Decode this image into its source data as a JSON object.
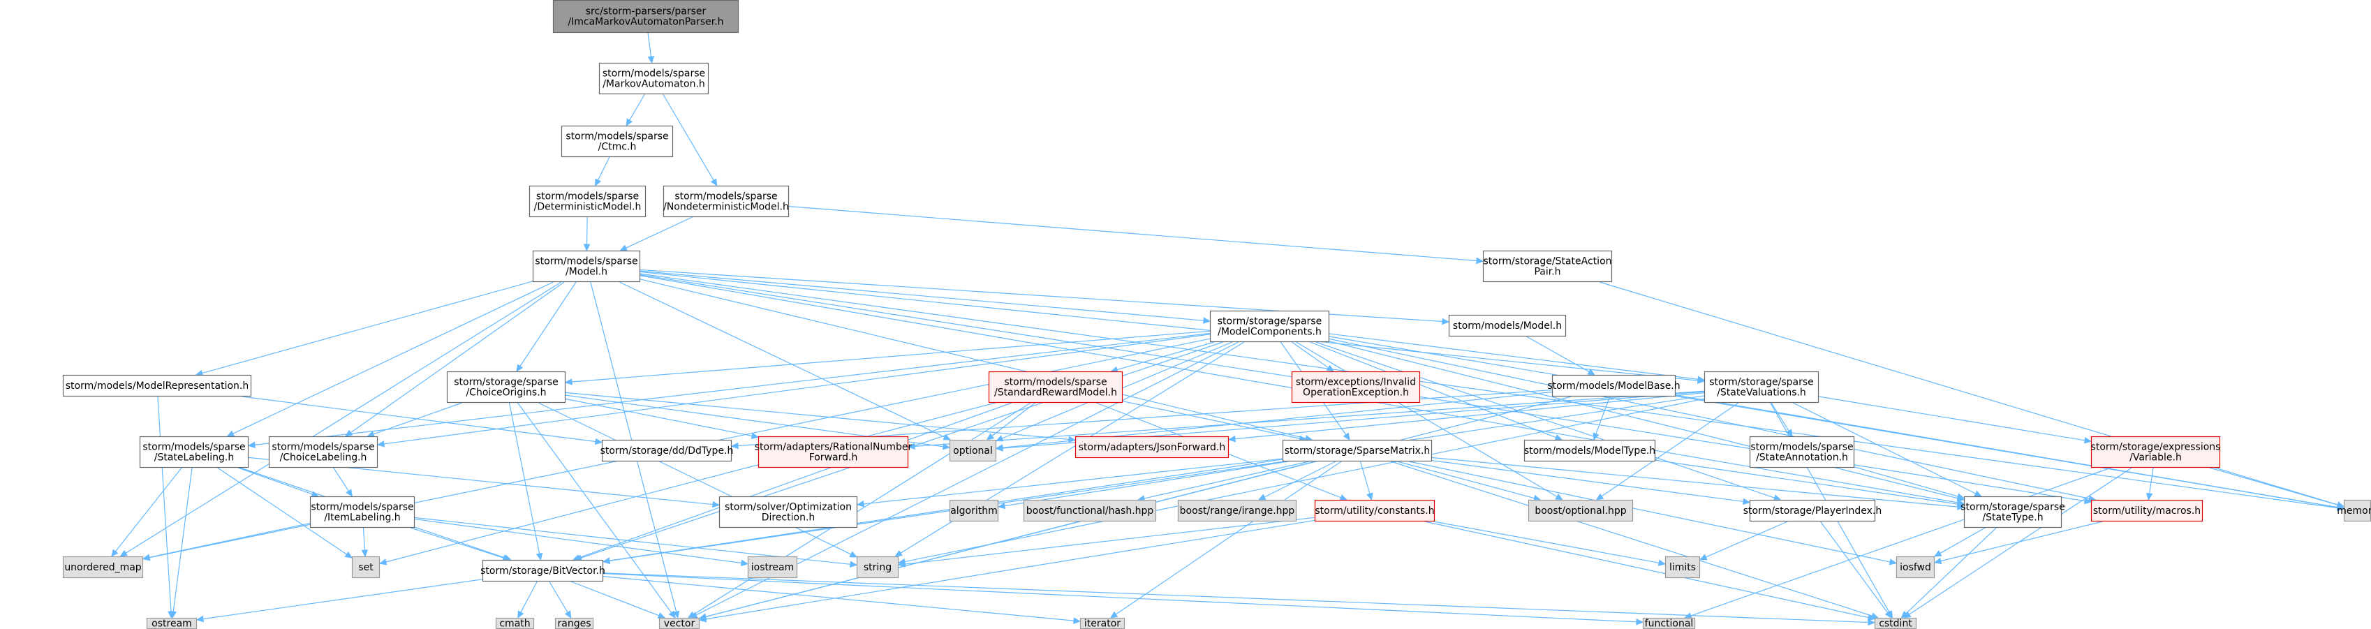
{
  "diagram": {
    "type": "include-dependency-graph",
    "colors": {
      "edge": "#63b8ff",
      "root_fill": "#999999",
      "root_border": "#666666",
      "normal_fill": "#ffffff",
      "normal_border": "#666666",
      "red_fill": "#fff0f0",
      "red_border": "#e00000",
      "system_fill": "#e0e0e0",
      "system_border": "#999999"
    },
    "nodes": [
      {
        "id": "root",
        "lines": [
          "src/storm-parsers/parser",
          "/ImcaMarkovAutomatonParser.h"
        ],
        "kind": "root"
      },
      {
        "id": "ma",
        "lines": [
          "storm/models/sparse",
          "/MarkovAutomaton.h"
        ],
        "kind": "normal"
      },
      {
        "id": "ctmc",
        "lines": [
          "storm/models/sparse",
          "/Ctmc.h"
        ],
        "kind": "normal"
      },
      {
        "id": "det",
        "lines": [
          "storm/models/sparse",
          "/DeterministicModel.h"
        ],
        "kind": "normal"
      },
      {
        "id": "nondet",
        "lines": [
          "storm/models/sparse",
          "/NondeterministicModel.h"
        ],
        "kind": "normal"
      },
      {
        "id": "model",
        "lines": [
          "storm/models/sparse",
          "/Model.h"
        ],
        "kind": "normal"
      },
      {
        "id": "sap",
        "lines": [
          "storm/storage/StateAction",
          "Pair.h"
        ],
        "kind": "normal"
      },
      {
        "id": "mcomp",
        "lines": [
          "storm/storage/sparse",
          "/ModelComponents.h"
        ],
        "kind": "normal"
      },
      {
        "id": "mmodel",
        "lines": [
          "storm/models/Model.h"
        ],
        "kind": "normal"
      },
      {
        "id": "mrep",
        "lines": [
          "storm/models/ModelRepresentation.h"
        ],
        "kind": "normal"
      },
      {
        "id": "chorig",
        "lines": [
          "storm/storage/sparse",
          "/ChoiceOrigins.h"
        ],
        "kind": "normal"
      },
      {
        "id": "srm",
        "lines": [
          "storm/models/sparse",
          "/StandardRewardModel.h"
        ],
        "kind": "red"
      },
      {
        "id": "ioe",
        "lines": [
          "storm/exceptions/Invalid",
          "OperationException.h"
        ],
        "kind": "red"
      },
      {
        "id": "mbase",
        "lines": [
          "storm/models/ModelBase.h"
        ],
        "kind": "normal"
      },
      {
        "id": "sval",
        "lines": [
          "storm/storage/sparse",
          "/StateValuations.h"
        ],
        "kind": "normal"
      },
      {
        "id": "slab",
        "lines": [
          "storm/models/sparse",
          "/StateLabeling.h"
        ],
        "kind": "normal"
      },
      {
        "id": "clab",
        "lines": [
          "storm/models/sparse",
          "/ChoiceLabeling.h"
        ],
        "kind": "normal"
      },
      {
        "id": "ddtype",
        "lines": [
          "storm/storage/dd/DdType.h"
        ],
        "kind": "normal"
      },
      {
        "id": "ratnum",
        "lines": [
          "storm/adapters/RationalNumber",
          "Forward.h"
        ],
        "kind": "red"
      },
      {
        "id": "optional",
        "lines": [
          "optional"
        ],
        "kind": "system"
      },
      {
        "id": "jsonf",
        "lines": [
          "storm/adapters/JsonForward.h"
        ],
        "kind": "red"
      },
      {
        "id": "spm",
        "lines": [
          "storm/storage/SparseMatrix.h"
        ],
        "kind": "normal"
      },
      {
        "id": "mtype",
        "lines": [
          "storm/models/ModelType.h"
        ],
        "kind": "normal"
      },
      {
        "id": "sann",
        "lines": [
          "storm/models/sparse",
          "/StateAnnotation.h"
        ],
        "kind": "normal"
      },
      {
        "id": "expvar",
        "lines": [
          "storm/storage/expressions",
          "/Variable.h"
        ],
        "kind": "red"
      },
      {
        "id": "memory",
        "lines": [
          "memory"
        ],
        "kind": "system"
      },
      {
        "id": "itemlab",
        "lines": [
          "storm/models/sparse",
          "/ItemLabeling.h"
        ],
        "kind": "normal"
      },
      {
        "id": "solver",
        "lines": [
          "storm/solver/Optimization",
          "Direction.h"
        ],
        "kind": "normal"
      },
      {
        "id": "algorithm",
        "lines": [
          "algorithm"
        ],
        "kind": "system"
      },
      {
        "id": "hash",
        "lines": [
          "boost/functional/hash.hpp"
        ],
        "kind": "system"
      },
      {
        "id": "irange",
        "lines": [
          "boost/range/irange.hpp"
        ],
        "kind": "system"
      },
      {
        "id": "constants",
        "lines": [
          "storm/utility/constants.h"
        ],
        "kind": "red"
      },
      {
        "id": "boostopt",
        "lines": [
          "boost/optional.hpp"
        ],
        "kind": "system"
      },
      {
        "id": "pidx",
        "lines": [
          "storm/storage/PlayerIndex.h"
        ],
        "kind": "normal"
      },
      {
        "id": "stype",
        "lines": [
          "storm/storage/sparse",
          "/StateType.h"
        ],
        "kind": "normal"
      },
      {
        "id": "macros",
        "lines": [
          "storm/utility/macros.h"
        ],
        "kind": "red"
      },
      {
        "id": "umap",
        "lines": [
          "unordered_map"
        ],
        "kind": "system"
      },
      {
        "id": "set",
        "lines": [
          "set"
        ],
        "kind": "system"
      },
      {
        "id": "bitvec",
        "lines": [
          "storm/storage/BitVector.h"
        ],
        "kind": "normal"
      },
      {
        "id": "iostream",
        "lines": [
          "iostream"
        ],
        "kind": "system"
      },
      {
        "id": "string",
        "lines": [
          "string"
        ],
        "kind": "system"
      },
      {
        "id": "limits",
        "lines": [
          "limits"
        ],
        "kind": "system"
      },
      {
        "id": "iosfwd",
        "lines": [
          "iosfwd"
        ],
        "kind": "system"
      },
      {
        "id": "ostream",
        "lines": [
          "ostream"
        ],
        "kind": "system"
      },
      {
        "id": "cmath",
        "lines": [
          "cmath"
        ],
        "kind": "system"
      },
      {
        "id": "ranges",
        "lines": [
          "ranges"
        ],
        "kind": "system"
      },
      {
        "id": "vector",
        "lines": [
          "vector"
        ],
        "kind": "system"
      },
      {
        "id": "iterator",
        "lines": [
          "iterator"
        ],
        "kind": "system"
      },
      {
        "id": "functional",
        "lines": [
          "functional"
        ],
        "kind": "system"
      },
      {
        "id": "cstdint",
        "lines": [
          "cstdint"
        ],
        "kind": "system"
      }
    ],
    "edges": [
      [
        "root",
        "ma"
      ],
      [
        "ma",
        "ctmc"
      ],
      [
        "ma",
        "nondet"
      ],
      [
        "ctmc",
        "det"
      ],
      [
        "det",
        "model"
      ],
      [
        "nondet",
        "model"
      ],
      [
        "nondet",
        "sap"
      ],
      [
        "sap",
        "memory"
      ],
      [
        "model",
        "mcomp"
      ],
      [
        "model",
        "mmodel"
      ],
      [
        "model",
        "mrep"
      ],
      [
        "model",
        "chorig"
      ],
      [
        "model",
        "sval"
      ],
      [
        "model",
        "slab"
      ],
      [
        "model",
        "clab"
      ],
      [
        "model",
        "optional"
      ],
      [
        "model",
        "spm"
      ],
      [
        "model",
        "stype"
      ],
      [
        "model",
        "umap"
      ],
      [
        "model",
        "vector"
      ],
      [
        "model",
        "memory"
      ],
      [
        "model",
        "macros"
      ],
      [
        "mcomp",
        "chorig"
      ],
      [
        "mcomp",
        "srm"
      ],
      [
        "mcomp",
        "ioe"
      ],
      [
        "mcomp",
        "sval"
      ],
      [
        "mcomp",
        "slab"
      ],
      [
        "mcomp",
        "clab"
      ],
      [
        "mcomp",
        "optional"
      ],
      [
        "mcomp",
        "spm"
      ],
      [
        "mcomp",
        "mtype"
      ],
      [
        "mcomp",
        "stype"
      ],
      [
        "mcomp",
        "boostopt"
      ],
      [
        "mcomp",
        "umap"
      ],
      [
        "mcomp",
        "vector"
      ],
      [
        "mcomp",
        "bitvec"
      ],
      [
        "mcomp",
        "memory"
      ],
      [
        "mcomp",
        "macros"
      ],
      [
        "mcomp",
        "string"
      ],
      [
        "mcomp",
        "pidx"
      ],
      [
        "mmodel",
        "mbase"
      ],
      [
        "mrep",
        "ddtype"
      ],
      [
        "mrep",
        "ostream"
      ],
      [
        "chorig",
        "clab"
      ],
      [
        "chorig",
        "ratnum"
      ],
      [
        "chorig",
        "jsonf"
      ],
      [
        "chorig",
        "bitvec"
      ],
      [
        "chorig",
        "vector"
      ],
      [
        "chorig",
        "string"
      ],
      [
        "chorig",
        "optional"
      ],
      [
        "srm",
        "optional"
      ],
      [
        "srm",
        "set"
      ],
      [
        "srm",
        "vector"
      ],
      [
        "srm",
        "bitvec"
      ],
      [
        "srm",
        "constants"
      ],
      [
        "srm",
        "spm"
      ],
      [
        "mbase",
        "ddtype"
      ],
      [
        "mbase",
        "mtype"
      ],
      [
        "mbase",
        "optional"
      ],
      [
        "mbase",
        "memory"
      ],
      [
        "mbase",
        "vector"
      ],
      [
        "sval",
        "ratnum"
      ],
      [
        "sval",
        "jsonf"
      ],
      [
        "sval",
        "optional"
      ],
      [
        "sval",
        "sann"
      ],
      [
        "sval",
        "stype"
      ],
      [
        "sval",
        "expvar"
      ],
      [
        "sval",
        "boostopt"
      ],
      [
        "sval",
        "bitvec"
      ],
      [
        "sval",
        "string"
      ],
      [
        "sval",
        "cstdint"
      ],
      [
        "slab",
        "itemlab"
      ],
      [
        "slab",
        "umap"
      ],
      [
        "slab",
        "set"
      ],
      [
        "slab",
        "ostream"
      ],
      [
        "slab",
        "bitvec"
      ],
      [
        "slab",
        "solver"
      ],
      [
        "clab",
        "itemlab"
      ],
      [
        "spm",
        "algorithm"
      ],
      [
        "spm",
        "hash"
      ],
      [
        "spm",
        "irange"
      ],
      [
        "spm",
        "constants"
      ],
      [
        "spm",
        "boostopt"
      ],
      [
        "spm",
        "solver"
      ],
      [
        "spm",
        "stype"
      ],
      [
        "spm",
        "bitvec"
      ],
      [
        "spm",
        "iterator"
      ],
      [
        "spm",
        "vector"
      ],
      [
        "spm",
        "cstdint"
      ],
      [
        "spm",
        "iosfwd"
      ],
      [
        "spm",
        "pidx"
      ],
      [
        "mtype",
        "stype"
      ],
      [
        "sann",
        "stype"
      ],
      [
        "expvar",
        "memory"
      ],
      [
        "expvar",
        "macros"
      ],
      [
        "expvar",
        "functional"
      ],
      [
        "expvar",
        "cstdint"
      ],
      [
        "itemlab",
        "umap"
      ],
      [
        "itemlab",
        "set"
      ],
      [
        "itemlab",
        "bitvec"
      ],
      [
        "itemlab",
        "string"
      ],
      [
        "itemlab",
        "iostream"
      ],
      [
        "constants",
        "limits"
      ],
      [
        "constants",
        "string"
      ],
      [
        "constants",
        "vector"
      ],
      [
        "constants",
        "cstdint"
      ],
      [
        "pidx",
        "limits"
      ],
      [
        "pidx",
        "cstdint"
      ],
      [
        "stype",
        "cstdint"
      ],
      [
        "stype",
        "iosfwd"
      ],
      [
        "macros",
        "iosfwd"
      ],
      [
        "bitvec",
        "ostream"
      ],
      [
        "bitvec",
        "cmath"
      ],
      [
        "bitvec",
        "ranges"
      ],
      [
        "bitvec",
        "vector"
      ],
      [
        "bitvec",
        "iterator"
      ],
      [
        "bitvec",
        "functional"
      ],
      [
        "bitvec",
        "cstdint"
      ]
    ]
  }
}
